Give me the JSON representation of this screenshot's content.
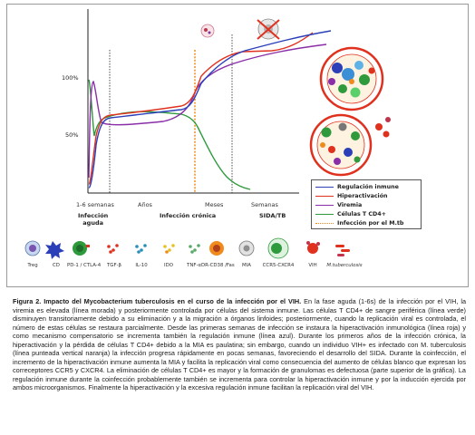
{
  "chart_data": {
    "type": "line",
    "y_tick_labels": [
      "100%",
      "50%"
    ],
    "x_tick_labels": [
      "1-6 semanas",
      "Años",
      "Meses",
      "Semanas"
    ],
    "phases": [
      {
        "line1": "Infección",
        "line2": "aguda"
      },
      {
        "line1": "Infección crónica",
        "line2": ""
      },
      {
        "line1": "SIDA/TB",
        "line2": ""
      }
    ],
    "series": [
      {
        "name": "Regulación inmune",
        "color": "#2a3fb8"
      },
      {
        "name": "Hiperactivación",
        "color": "#e0301e"
      },
      {
        "name": "Viremia",
        "color": "#8a2ea8"
      },
      {
        "name": "Células T CD4+",
        "color": "#2e9a3c"
      },
      {
        "name": "Infección por el M.tb",
        "color": "#f08a1c",
        "style": "dotted"
      }
    ]
  },
  "cell_legend": [
    "Treg",
    "CD",
    "PD-1 / CTLA-4",
    "TGF-β",
    "IL-10",
    "IDO",
    "TNF-α",
    "DR-CD38 /Fas",
    "MIA",
    "CCR5-CXCR4",
    "VIH",
    "M.tuberculosis"
  ],
  "caption": {
    "title": "Figura 2. Impacto del Mycobacterium tuberculosis en el curso de la infección por el VIH.",
    "body": "En la fase aguda (1-6s) de la infección por el VIH, la viremia es elevada (línea morada) y posteriormente controlada por células del sistema inmune. Las células T CD4+ de sangre periférica (línea verde) disminuyen transitoriamente debido a su eliminación y a la migración a órganos linfoides; posteriormente, cuando la replicación viral es controlada, el número de estas células se restaura parcialmente. Desde las primeras semanas de infección se instaura la hiperactivación inmunológica (línea roja) y como mecanismo compensatorio se incrementa también la regulación inmune (línea azul). Durante los primeros años de la infección crónica, la hiperactivación y la pérdida de células T CD4+ debido a la MIA es paulatina; sin embargo, cuando un individuo VIH+ es infectado con M. tuberculosis (línea punteada vertical naranja) la infección progresa rápidamente en pocas semanas, favoreciendo el desarrollo del SIDA. Durante la coinfección, el incremento de la hiperactivación inmune aumenta la MIA y facilita la replicación viral como consecuencia del aumento de células blanco que expresan los correceptores CCR5 y CXCR4. La eliminación de células T CD4+ es mayor y la formación de granulomas es defectuosa (parte superior de la gráfica). La regulación inmune durante la coinfección probablemente también se incrementa para controlar la hiperactivación inmune y por la inducción ejercida por ambos microorganismos. Finalmente la hiperactivación y la excesiva regulación inmune facilitan la replicación viral del VIH."
  }
}
